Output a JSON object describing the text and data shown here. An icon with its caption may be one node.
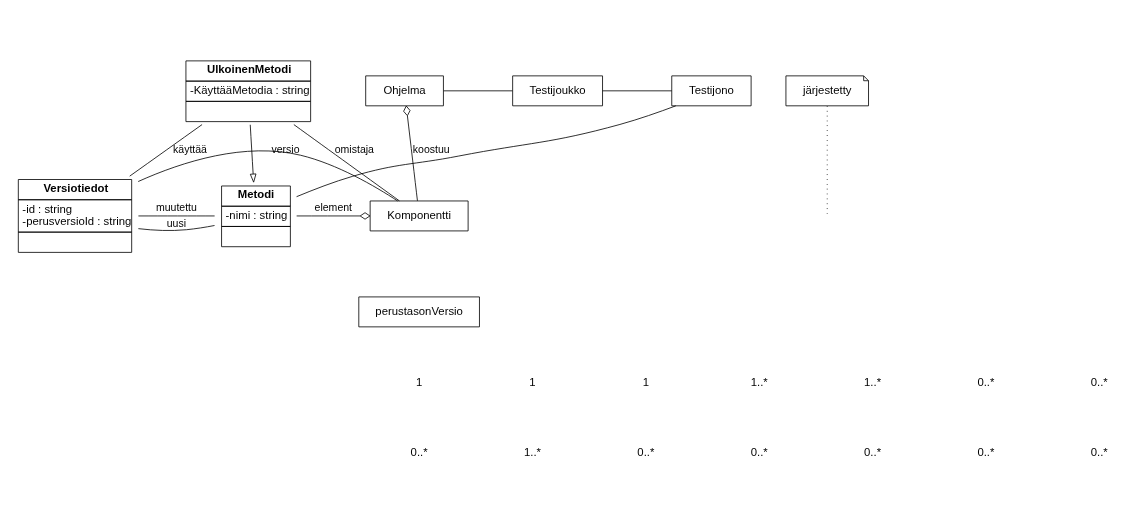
{
  "diagram": {
    "nodes": [
      {
        "text": [
          "UlkoinenMetodi",
          "-KäyttääMetodia : string"
        ]
      },
      {
        "text": [
          "Ohjelma"
        ]
      },
      {
        "text": [
          "Testijoukko"
        ]
      },
      {
        "text": [
          "Testijono"
        ]
      },
      {
        "text": [
          "järjestetty"
        ]
      },
      {
        "text": [
          "Versiotiedot",
          "-id : string",
          "-perusversioId : string"
        ]
      },
      {
        "text": [
          "Komponentti"
        ]
      },
      {
        "text": [
          "perustasonVersio"
        ]
      },
      {
        "text": [
          "Metodi",
          "-nimi : string"
        ]
      }
    ],
    "edges": [
      {
        "from": 1,
        "to": 2,
        "arrow": "none"
      },
      {
        "from": 2,
        "to": 3,
        "arrow": "none"
      },
      {
        "from": 6,
        "to": 1,
        "arrow": "other",
        "label": "koostuu"
      },
      {
        "from": 0,
        "to": 6,
        "arrow": "none",
        "label": "omistaja"
      },
      {
        "from": 0,
        "to": 5,
        "arrow": "none",
        "label": "käyttää"
      },
      {
        "from": 5,
        "to": 6,
        "arrow": "none",
        "label": "versio"
      },
      {
        "from": 8,
        "to": 6,
        "arrow": "other",
        "label": "element"
      },
      {
        "from": 3,
        "to": 8,
        "arrow": "none"
      },
      {
        "from": 4,
        "to": null,
        "arrow": "none",
        "style": "dashed"
      },
      {
        "from": 5,
        "to": 8,
        "arrow": "none",
        "label": "muutettu"
      },
      {
        "from": 5,
        "to": 8,
        "arrow": "none",
        "label": "uusi"
      },
      {
        "from": 0,
        "to": 8,
        "arrow": "to"
      }
    ],
    "labels": [
      "1",
      "1",
      "1",
      "1..*",
      "1..*",
      "0..*",
      "0..*",
      "0..*",
      "1..*",
      "0..*",
      "0..*",
      "0..*",
      "0..*",
      "0..*"
    ]
  }
}
